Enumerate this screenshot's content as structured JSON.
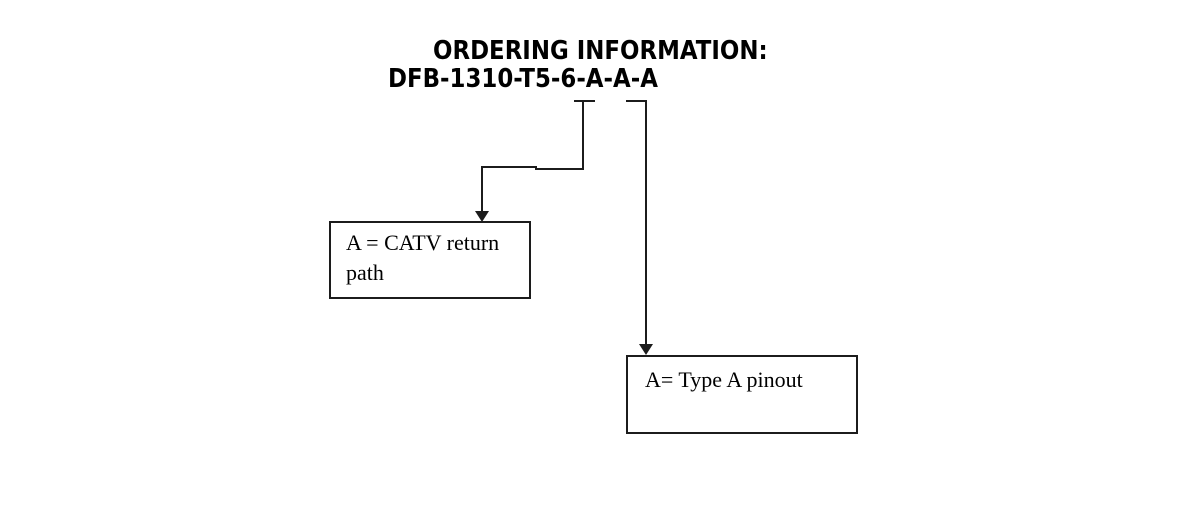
{
  "header": {
    "title": "ORDERING INFORMATION:",
    "part_number": "DFB-1310-T5-6-A-A-A"
  },
  "callouts": [
    {
      "id": "catv-return-path",
      "label": "A = CATV return path"
    },
    {
      "id": "type-a-pinout",
      "label": "A= Type A pinout"
    }
  ],
  "colors": {
    "text": "#000000",
    "line": "#1c1c1c",
    "background": "#ffffff"
  }
}
